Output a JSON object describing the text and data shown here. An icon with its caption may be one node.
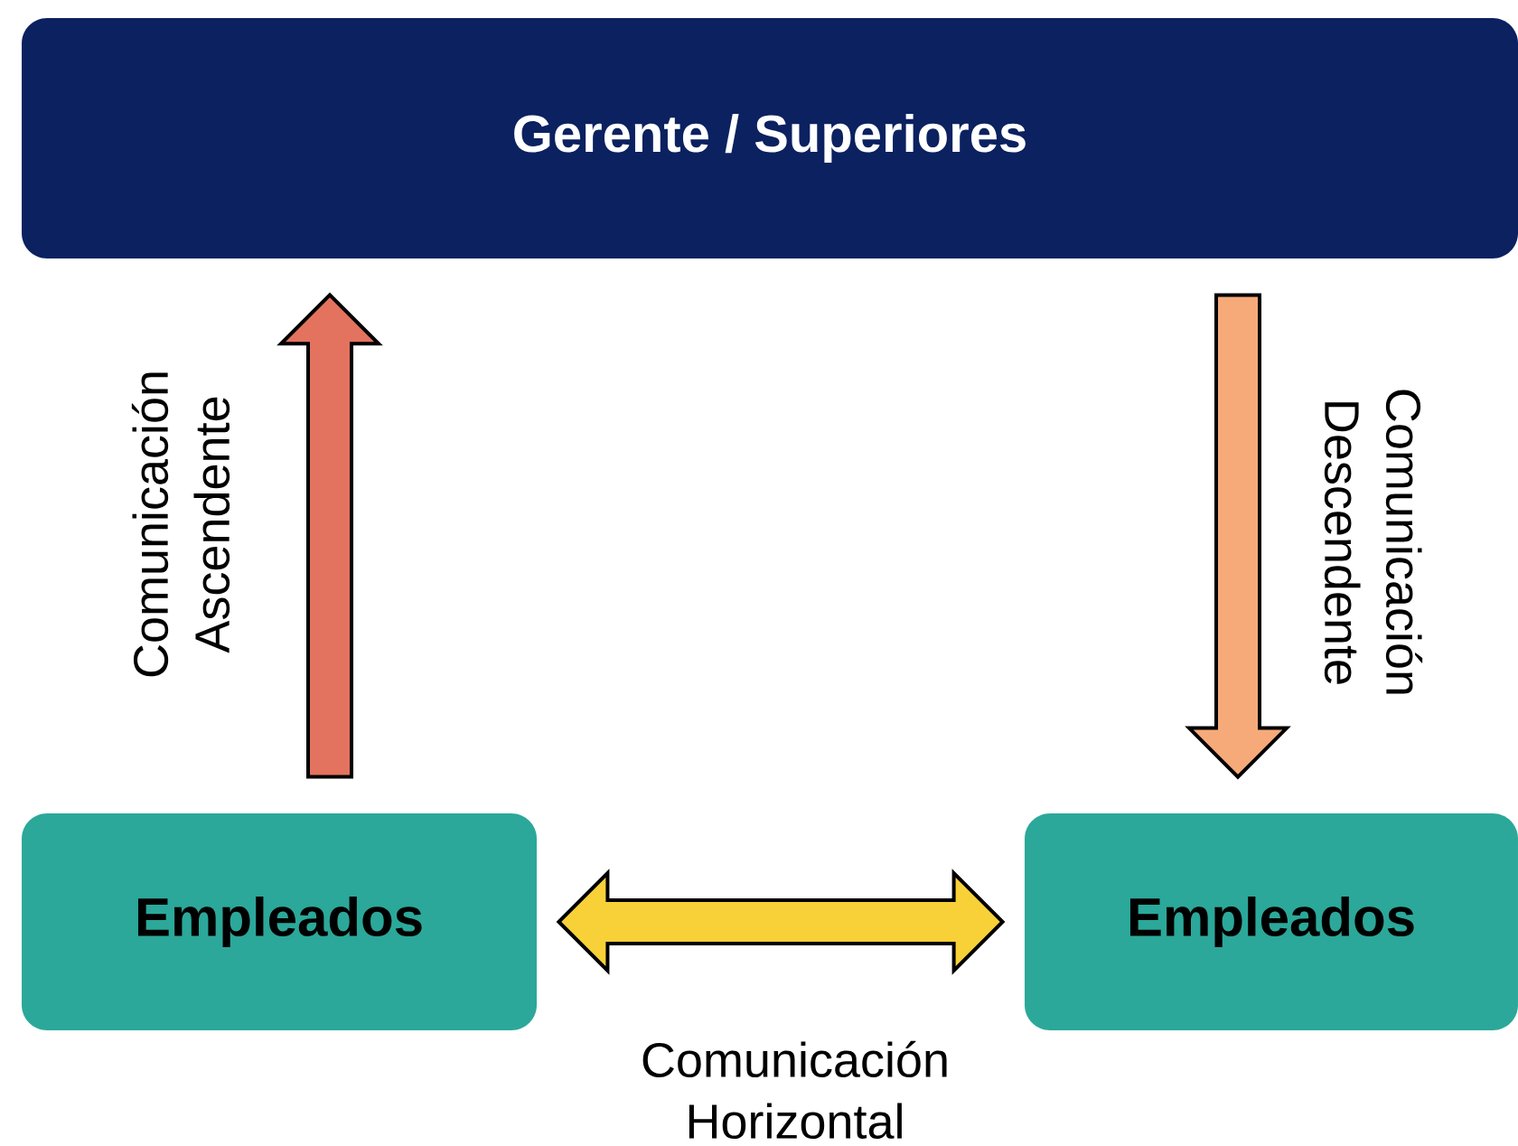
{
  "diagram": {
    "nodes": [
      {
        "text": [
          "Gerente / Superiores"
        ]
      },
      {
        "text": [
          "Empleados"
        ]
      },
      {
        "text": [
          "Empleados"
        ]
      }
    ],
    "edges": [
      {
        "from": 1,
        "to": 0,
        "arrow": "to",
        "label": "Comunicación Ascendente",
        "color": "#e3735e"
      },
      {
        "from": 0,
        "to": 2,
        "arrow": "to",
        "label": "Comunicación Descendente",
        "color": "#f6aa7a"
      },
      {
        "from": 1,
        "to": 2,
        "arrow": "both",
        "label": "Comunicación Horizontal",
        "color": "#f8d038"
      }
    ]
  }
}
